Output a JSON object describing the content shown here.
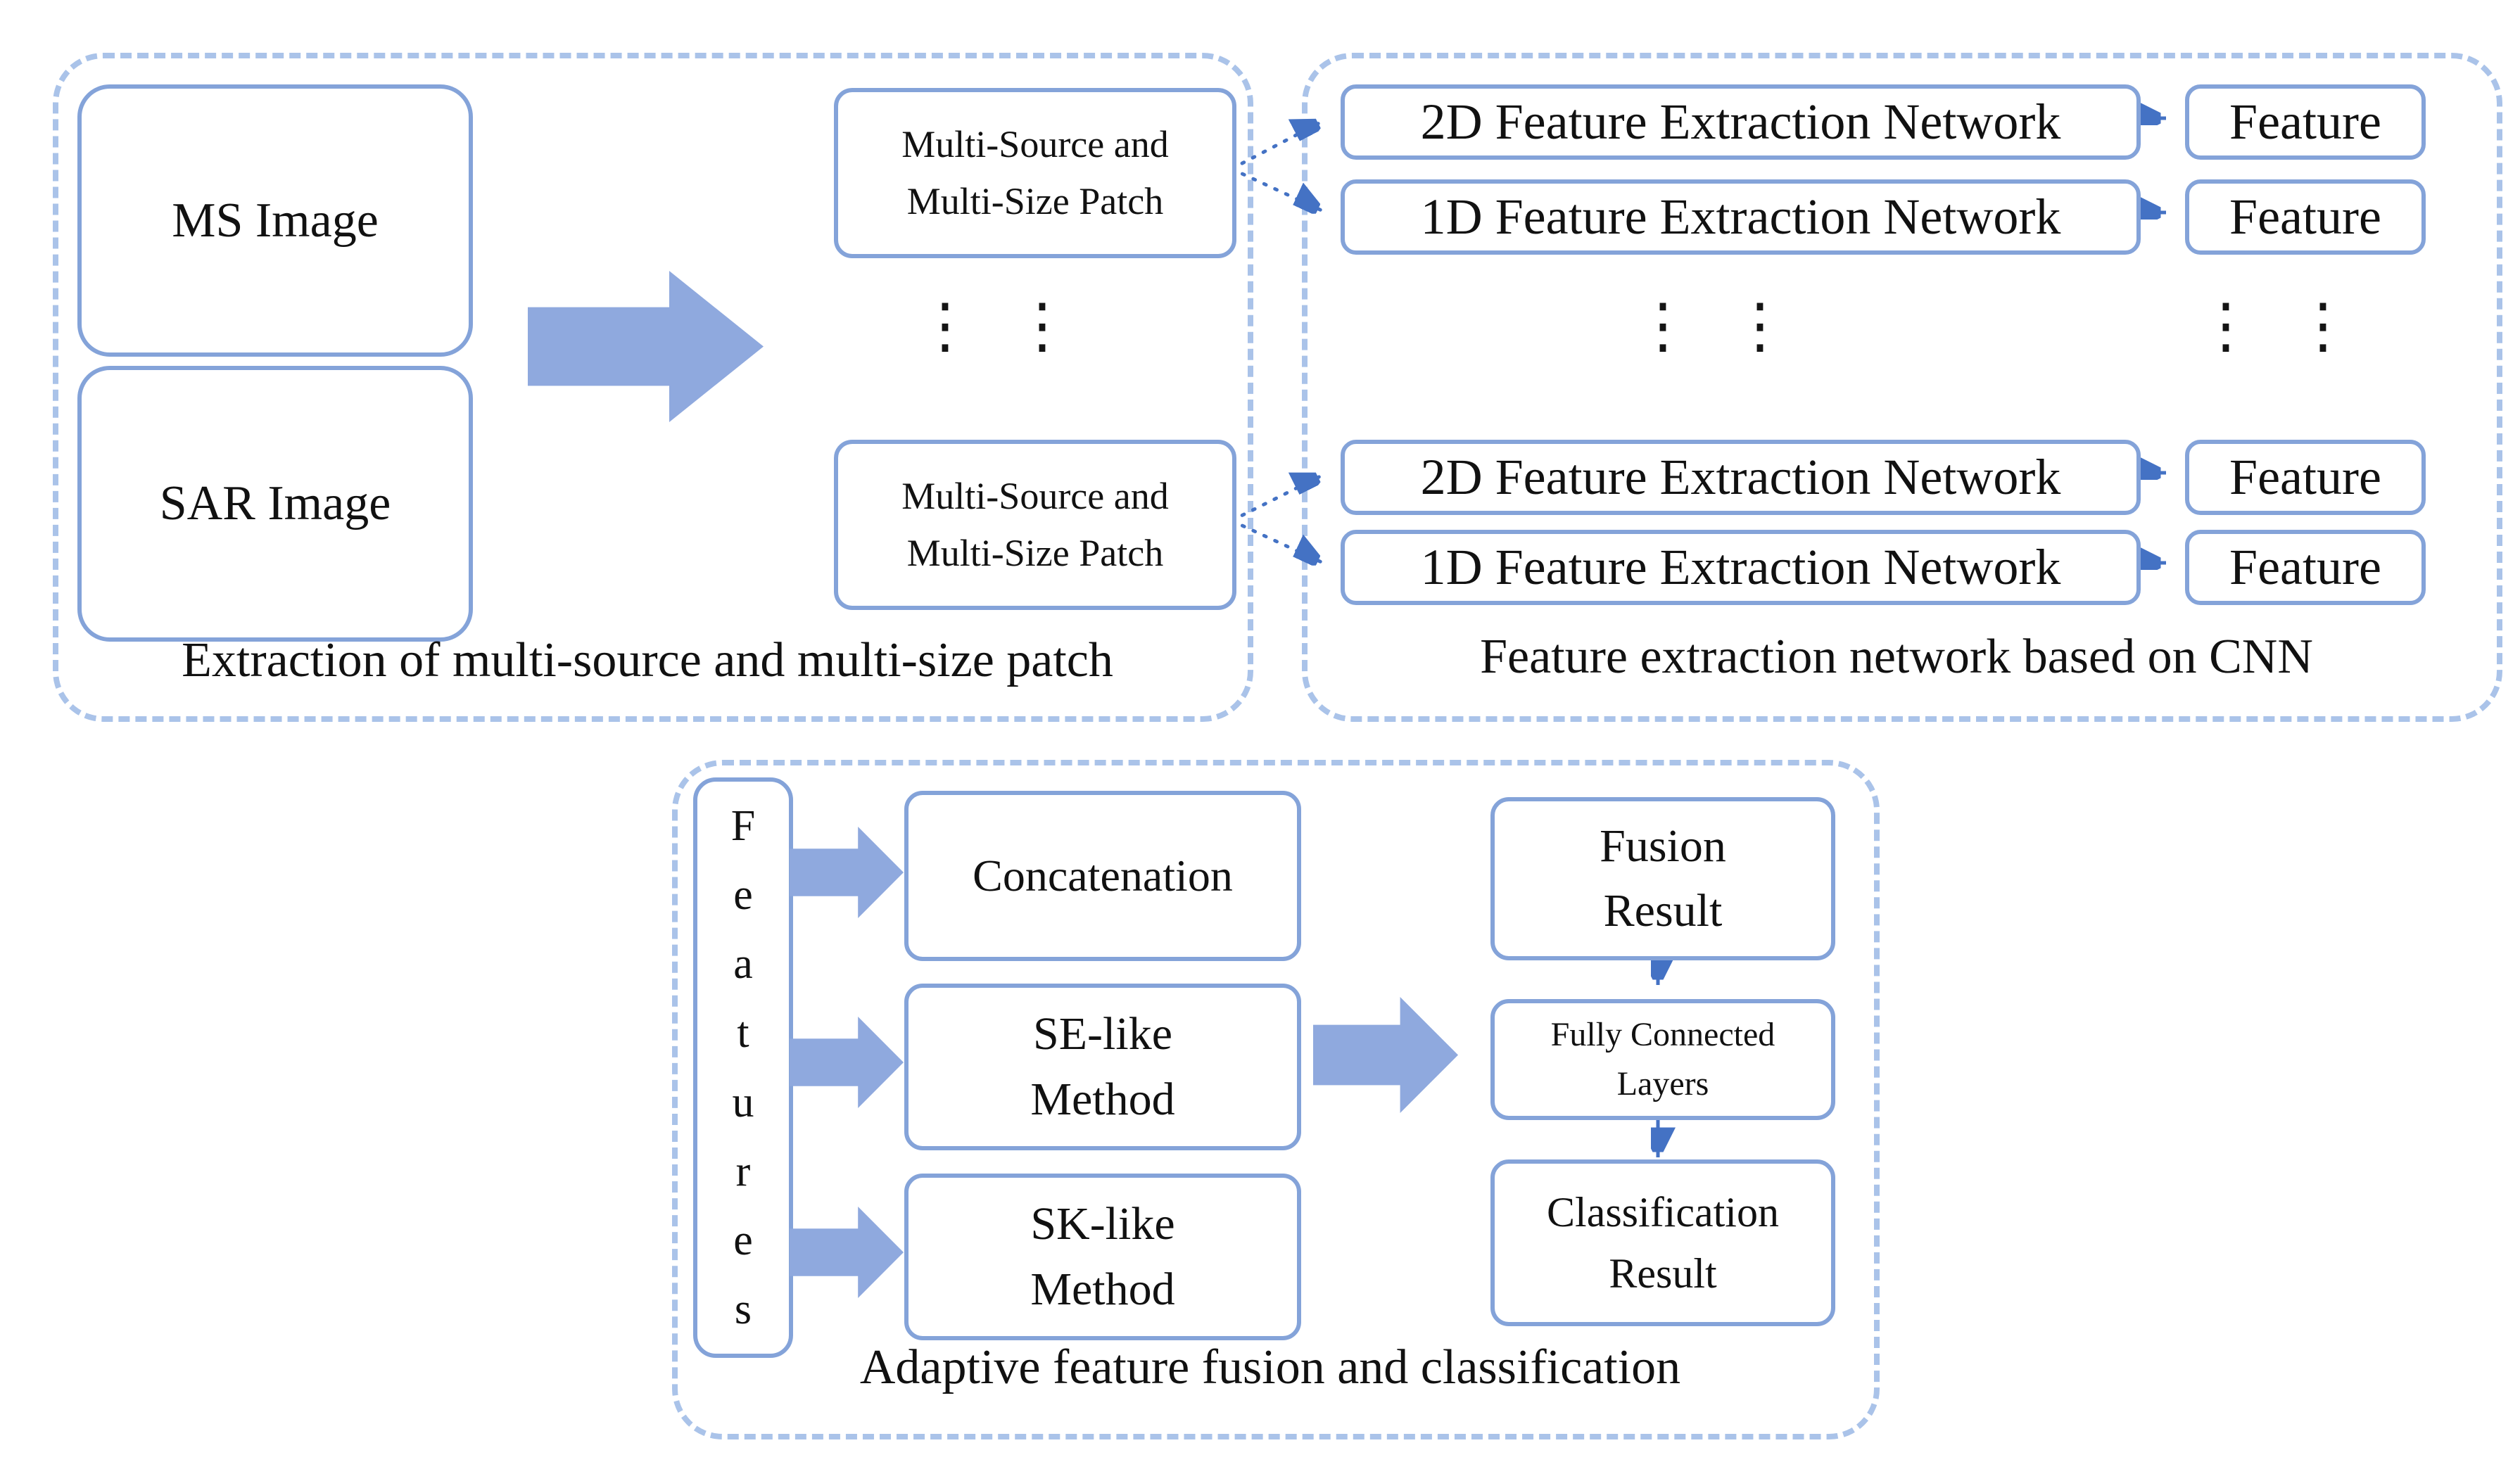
{
  "colors": {
    "panel_border": "#aac3e9",
    "box_border": "#84a3d9",
    "block_arrow": "#8fa9de",
    "connector": "#4472c4",
    "text": "#111111",
    "background": "#ffffff"
  },
  "shared": {
    "vdots": "⋮"
  },
  "extraction_panel": {
    "caption": "Extraction of multi-source and multi-size patch",
    "ms_box": "MS Image",
    "sar_box": "SAR Image",
    "patch_boxes": [
      {
        "line1": "Multi-Source and",
        "line2": "Multi-Size Patch"
      },
      {
        "line1": "Multi-Source and",
        "line2": "Multi-Size Patch"
      }
    ]
  },
  "cnn_panel": {
    "caption": "Feature extraction network based on CNN",
    "rows": [
      {
        "network": "2D Feature Extraction Network",
        "feature": "Feature"
      },
      {
        "network": "1D Feature Extraction Network",
        "feature": "Feature"
      },
      {
        "network": "2D Feature Extraction Network",
        "feature": "Feature"
      },
      {
        "network": "1D Feature Extraction Network",
        "feature": "Feature"
      }
    ]
  },
  "fusion_panel": {
    "caption": "Adaptive feature fusion and classification",
    "features_box_letters": [
      "F",
      "e",
      "a",
      "t",
      "u",
      "r",
      "e",
      "s"
    ],
    "concatenation_box": "Concatenation",
    "se_box": {
      "line1": "SE-like",
      "line2": "Method"
    },
    "sk_box": {
      "line1": "SK-like",
      "line2": "Method"
    },
    "fusion_result_box": {
      "line1": "Fusion",
      "line2": "Result"
    },
    "fully_connected_box": {
      "line1": "Fully Connected",
      "line2": "Layers"
    },
    "classification_box": {
      "line1": "Classification",
      "line2": "Result"
    }
  }
}
